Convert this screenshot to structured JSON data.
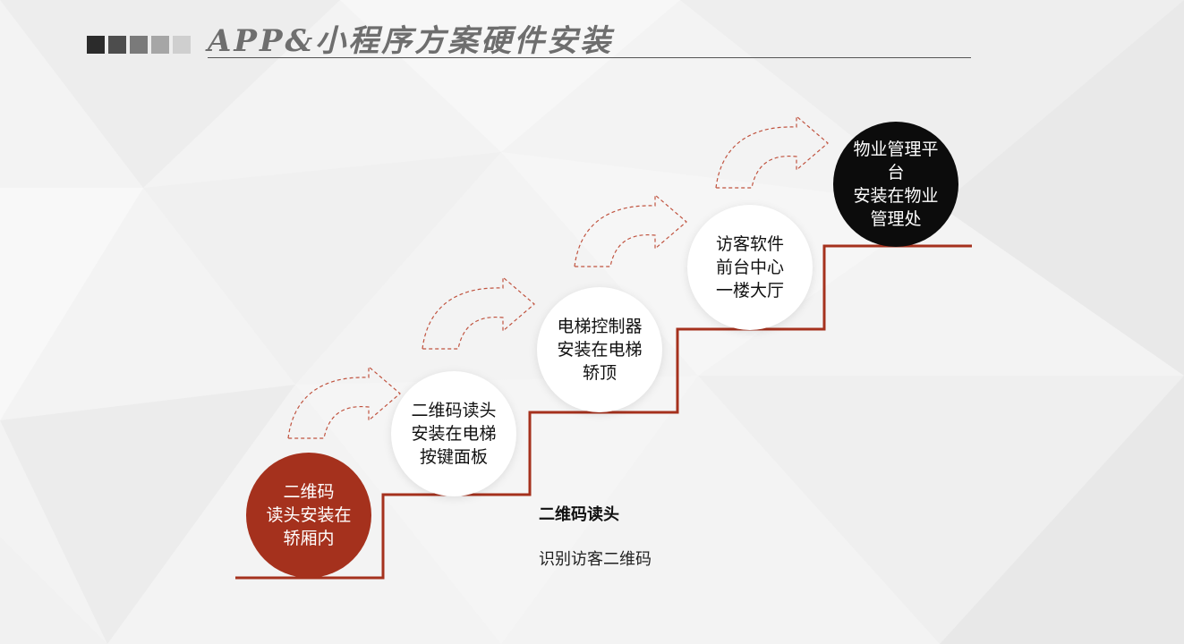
{
  "header": {
    "title": "APP&小程序方案硬件安装",
    "square_colors": [
      "#2b2b2b",
      "#4d4d4d",
      "#7a7a7a",
      "#a6a6a6",
      "#cfcfcf"
    ]
  },
  "colors": {
    "accent_red": "#a5311d",
    "stair_line": "#a5311d",
    "arrow_dash": "#c0533f",
    "final_circle": "#0c0c0c"
  },
  "steps": [
    {
      "id": "step1",
      "label": "二维码\n读头安装在\n轿厢内",
      "style": "red"
    },
    {
      "id": "step2",
      "label": "二维码读头\n安装在电梯\n按键面板",
      "style": "white"
    },
    {
      "id": "step3",
      "label": "电梯控制器\n安装在电梯\n轿顶",
      "style": "white"
    },
    {
      "id": "step4",
      "label": "访客软件\n前台中心\n一楼大厅",
      "style": "white"
    },
    {
      "id": "step5",
      "label": "物业管理平\n台\n安装在物业\n管理处",
      "style": "black"
    }
  ],
  "description": {
    "title": "二维码读头",
    "text": "识别访客二维码"
  }
}
